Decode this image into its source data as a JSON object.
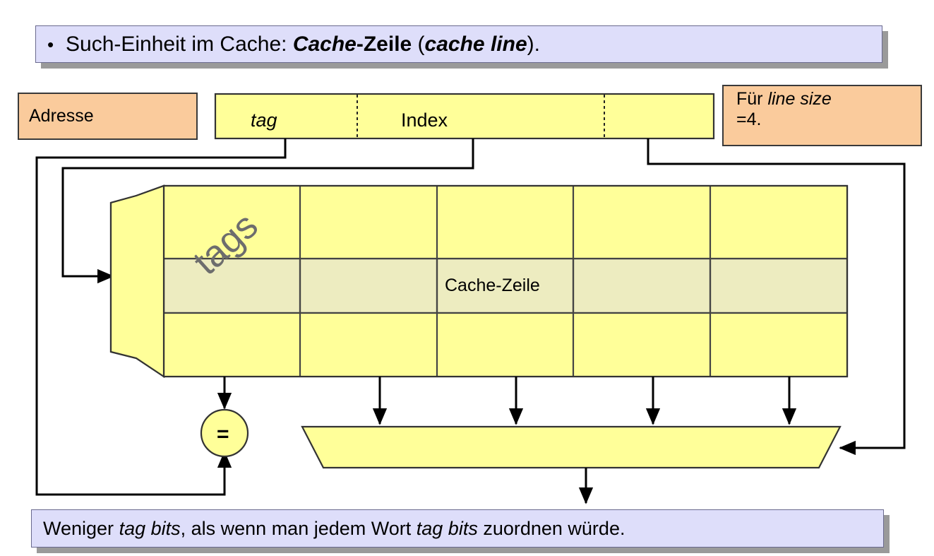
{
  "slide": {
    "title": {
      "bullet": "•",
      "part1": "Such-Einheit im Cache: ",
      "part2_bold": "Cache",
      "part3_bold": "-Zeile",
      "part4": " (",
      "part5_bolditalic": "cache line",
      "part6": ")."
    },
    "footer": {
      "part1": "Weniger ",
      "part2_italic": "tag bits",
      "part3": ", als wenn man jedem Wort ",
      "part4_italic": "tag bits",
      "part5": " zuordnen würde."
    }
  },
  "diagram": {
    "address_label": "Adresse",
    "note": {
      "line1_prefix": "Für ",
      "line1_italic": "line size",
      "line2": "=4."
    },
    "address_fields": [
      {
        "name": "tag",
        "label": "tag",
        "style": "italic"
      },
      {
        "name": "index",
        "label": "Index",
        "style": "normal"
      },
      {
        "name": "offset",
        "label": "",
        "style": "normal"
      }
    ],
    "decoder_label": "tags",
    "cache_line_label": "Cache-Zeile",
    "comparator_label": "=",
    "cache_grid": {
      "rows": 3,
      "columns": 5,
      "highlighted_row_index": 1,
      "line_size": 4
    }
  },
  "colors": {
    "banner_bg": "#DEDEFA",
    "banner_border": "#6A6A8E",
    "banner_shadow": "#9A9A9A",
    "orange": "#FACB9C",
    "cell_yellow": "#FFFF99",
    "highlight_row": "#EDECC0",
    "stroke": "#000000",
    "tags_text": "#6D6D6D"
  }
}
